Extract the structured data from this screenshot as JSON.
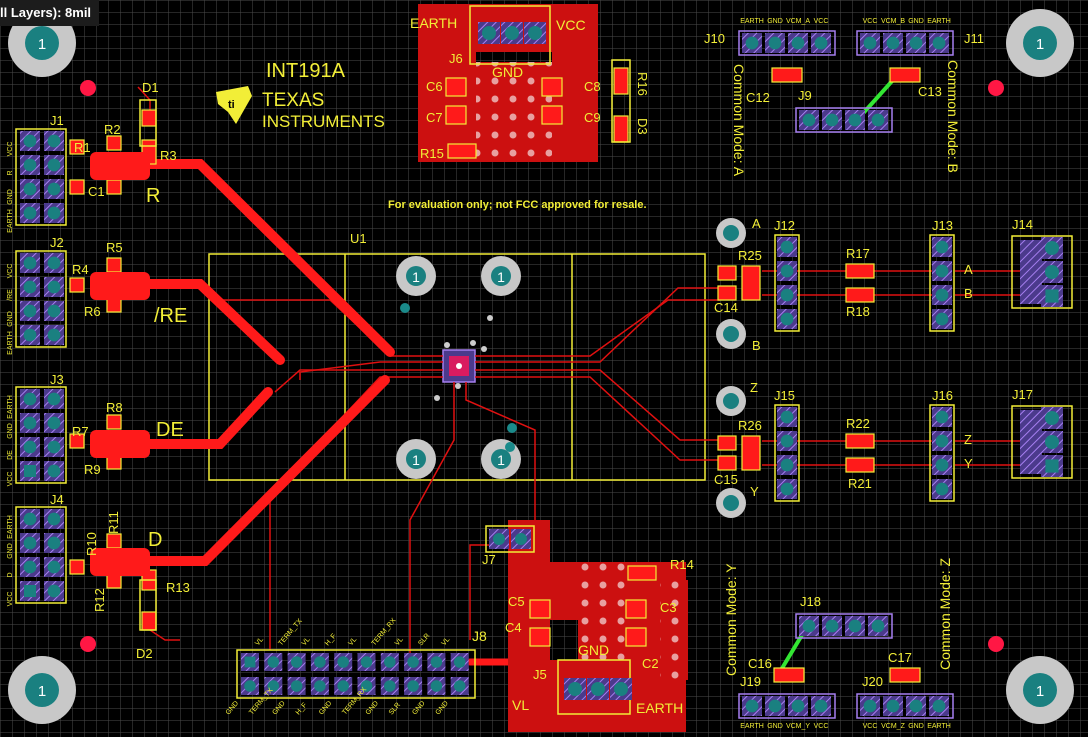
{
  "status": {
    "layer_text": "ll Layers): 8mil"
  },
  "board": {
    "title": "INT191A",
    "logo_line1": "TEXAS",
    "logo_line2": "INSTRUMENTS",
    "notice": "For evaluation only; not FCC approved for resale.",
    "u1": "U1",
    "hole_label": "1",
    "pin1": "1"
  },
  "signals": {
    "r": "R",
    "re": "/RE",
    "de": "DE",
    "d": "D",
    "a": "A",
    "b": "B",
    "z": "Z",
    "y": "Y"
  },
  "connectors": {
    "j1": "J1",
    "j2": "J2",
    "j3": "J3",
    "j4": "J4",
    "j5": "J5",
    "j6": "J6",
    "j7": "J7",
    "j8": "J8",
    "j9": "J9",
    "j10": "J10",
    "j11": "J11",
    "j12": "J12",
    "j13": "J13",
    "j14": "J14",
    "j15": "J15",
    "j16": "J16",
    "j17": "J17",
    "j18": "J18",
    "j19": "J19",
    "j20": "J20"
  },
  "components": {
    "r1": "R1",
    "r2": "R2",
    "r3": "R3",
    "r4": "R4",
    "r5": "R5",
    "r6": "R6",
    "r7": "R7",
    "r8": "R8",
    "r9": "R9",
    "r10": "R10",
    "r11": "R11",
    "r12": "R12",
    "r13": "R13",
    "r14": "R14",
    "r15": "R15",
    "r16": "R16",
    "r17": "R17",
    "r18": "R18",
    "r21": "R21",
    "r22": "R22",
    "r25": "R25",
    "r26": "R26",
    "c1": "C1",
    "c2": "C2",
    "c3": "C3",
    "c4": "C4",
    "c5": "C5",
    "c6": "C6",
    "c7": "C7",
    "c8": "C8",
    "c9": "C9",
    "c12": "C12",
    "c13": "C13",
    "c14": "C14",
    "c15": "C15",
    "c16": "C16",
    "c17": "C17",
    "d1": "D1",
    "d2": "D2",
    "d3": "D3"
  },
  "power": {
    "earth": "EARTH",
    "vcc": "VCC",
    "gnd": "GND",
    "vl": "VL"
  },
  "common_mode": {
    "a": "Common Mode: A",
    "b": "Common Mode: B",
    "y": "Common Mode: Y",
    "z": "Common Mode: Z"
  },
  "pin_labels": {
    "j1": [
      "VCC",
      "R",
      "GND",
      "EARTH"
    ],
    "j2": [
      "VCC",
      "/RE",
      "GND",
      "EARTH"
    ],
    "j3": [
      "EARTH",
      "GND",
      "DE",
      "VCC"
    ],
    "j4": [
      "EARTH",
      "GND",
      "D",
      "VCC"
    ],
    "j10": [
      "EARTH",
      "GND",
      "VCM_A",
      "VCC"
    ],
    "j11": [
      "VCC",
      "VCM_B",
      "GND",
      "EARTH"
    ],
    "j19": [
      "EARTH",
      "GND",
      "VCM_Y",
      "VCC"
    ],
    "j20": [
      "VCC",
      "VCM_Z",
      "GND",
      "EARTH"
    ],
    "j8_top": [
      "VL",
      "TERM_TX",
      "VL",
      "H_F",
      "VL",
      "TERM_RX",
      "VL",
      "SLR",
      "VL"
    ],
    "j8_bottom": [
      "GND",
      "TERM_TX",
      "GND",
      "H_F",
      "GND",
      "TERM_RX",
      "GND",
      "SLR",
      "GND",
      "GND"
    ]
  },
  "colors": {
    "background": "#000000",
    "copper_top": "#ff1a1a",
    "silkscreen": "#f2ee37",
    "pad": "#c0c0c0",
    "via": "#1a8a8a",
    "keepout": "#ff1744",
    "selected_trace": "#33e633",
    "grid": "#464646",
    "hole_gray": "#c8c8c8",
    "pad_text": "#1a1aa0"
  }
}
